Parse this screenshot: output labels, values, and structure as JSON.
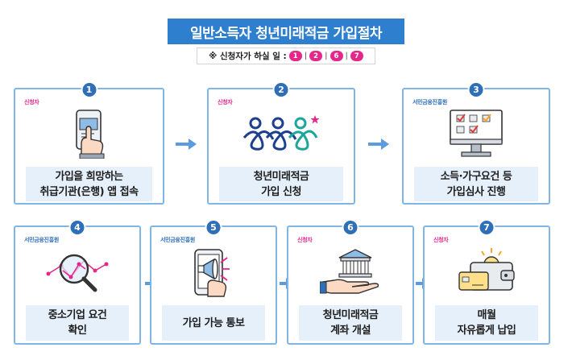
{
  "header": {
    "title": "일반소득자 청년미래적금 가입절차",
    "subtitle_prefix": "※ 신청자가 하실 일 :",
    "applicant_steps": [
      "1",
      "2",
      "6",
      "7"
    ],
    "separator": "|"
  },
  "colors": {
    "title_bg": "#2f7fcf",
    "badge": "#2f6fb7",
    "card_border": "#7fb6e6",
    "label_bg": "#e6f0fb",
    "applicant": "#e5268a",
    "agency": "#2f6fb7",
    "arrow": "#5b9be0"
  },
  "steps": [
    {
      "number": "1",
      "actor": "신청자",
      "actor_type": "applicant",
      "icon": "smartphone-hand-icon",
      "lines": [
        "가입을 희망하는",
        "취급기관(은행) 앱 접속"
      ]
    },
    {
      "number": "2",
      "actor": "신청자",
      "actor_type": "applicant",
      "icon": "youth-logo-icon",
      "lines": [
        "청년미래적금",
        "가입 신청"
      ]
    },
    {
      "number": "3",
      "actor": "서민금융진흥원",
      "actor_type": "agency",
      "icon": "monitor-checklist-icon",
      "lines": [
        "소득·가구요건 등",
        "가입심사 진행"
      ]
    },
    {
      "number": "4",
      "actor": "서민금융진흥원",
      "actor_type": "agency",
      "icon": "magnifier-graph-icon",
      "lines": [
        "중소기업 요건",
        "확인"
      ]
    },
    {
      "number": "5",
      "actor": "서민금융진흥원",
      "actor_type": "agency",
      "icon": "phone-megaphone-icon",
      "lines": [
        "가입 가능 통보"
      ]
    },
    {
      "number": "6",
      "actor": "신청자",
      "actor_type": "applicant",
      "icon": "hand-bank-icon",
      "lines": [
        "청년미래적금",
        "계좌 개설"
      ]
    },
    {
      "number": "7",
      "actor": "신청자",
      "actor_type": "applicant",
      "icon": "wallet-coin-icon",
      "lines": [
        "매월",
        "자유롭게 납입"
      ]
    }
  ]
}
